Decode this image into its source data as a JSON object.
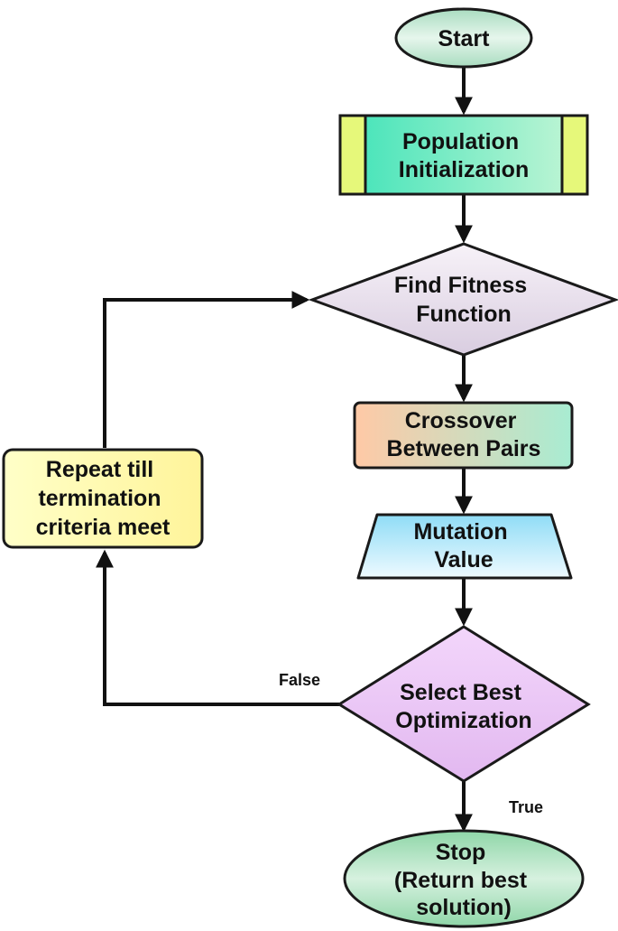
{
  "nodes": {
    "start": {
      "lines": [
        "Start"
      ]
    },
    "population_init": {
      "lines": [
        "Population",
        "Initialization"
      ]
    },
    "find_fitness": {
      "lines": [
        "Find Fitness",
        "Function"
      ]
    },
    "crossover": {
      "lines": [
        "Crossover",
        "Between Pairs"
      ]
    },
    "mutation": {
      "lines": [
        "Mutation",
        "Value"
      ]
    },
    "select_best": {
      "lines": [
        "Select Best",
        "Optimization"
      ]
    },
    "repeat": {
      "lines": [
        "Repeat till",
        "termination",
        "criteria meet"
      ]
    },
    "stop": {
      "lines": [
        "Stop",
        "(Return best",
        "solution)"
      ]
    }
  },
  "edges": {
    "false_label": "False",
    "true_label": "True"
  }
}
